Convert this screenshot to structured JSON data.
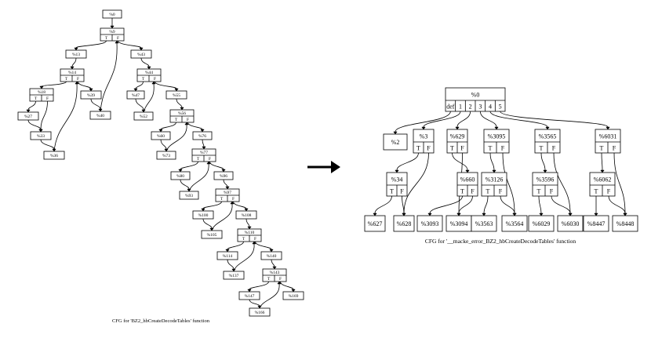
{
  "left_graph": {
    "caption": "CFG for 'BZ2_hbCreateDecodeTables' function",
    "nodes": [
      {
        "id": "n0",
        "label": "%0"
      },
      {
        "id": "n9",
        "label": "%9",
        "branches": [
          "T",
          "F"
        ]
      },
      {
        "id": "n13",
        "label": "%13"
      },
      {
        "id": "n43",
        "label": "%43"
      },
      {
        "id": "n14",
        "label": "%14",
        "branches": [
          "T",
          "F"
        ]
      },
      {
        "id": "n44",
        "label": "%44",
        "branches": [
          "T",
          "F"
        ]
      },
      {
        "id": "n18",
        "label": "%18",
        "branches": [
          "T",
          "F"
        ]
      },
      {
        "id": "n39",
        "label": "%39"
      },
      {
        "id": "n47",
        "label": "%47"
      },
      {
        "id": "n55",
        "label": "%55"
      },
      {
        "id": "n27",
        "label": "%27"
      },
      {
        "id": "n52",
        "label": "%52"
      },
      {
        "id": "n40",
        "label": "%40"
      },
      {
        "id": "n56",
        "label": "%56",
        "branches": [
          "T",
          "F"
        ]
      },
      {
        "id": "n33",
        "label": "%33"
      },
      {
        "id": "n60",
        "label": "%60"
      },
      {
        "id": "n76",
        "label": "%76"
      },
      {
        "id": "n36",
        "label": "%36"
      },
      {
        "id": "n73",
        "label": "%73"
      },
      {
        "id": "n77",
        "label": "%77",
        "branches": [
          "T",
          "F"
        ]
      },
      {
        "id": "n80",
        "label": "%80"
      },
      {
        "id": "n96",
        "label": "%96"
      },
      {
        "id": "n93",
        "label": "%93"
      },
      {
        "id": "n97",
        "label": "%97",
        "branches": [
          "T",
          "F"
        ]
      },
      {
        "id": "n100",
        "label": "%100"
      },
      {
        "id": "n108",
        "label": "%108"
      },
      {
        "id": "n105",
        "label": "%105"
      },
      {
        "id": "n110",
        "label": "%110",
        "branches": [
          "T",
          "F"
        ]
      },
      {
        "id": "n114",
        "label": "%114"
      },
      {
        "id": "n140",
        "label": "%140"
      },
      {
        "id": "n137",
        "label": "%137"
      },
      {
        "id": "n143",
        "label": "%143",
        "branches": [
          "T",
          "F"
        ]
      },
      {
        "id": "n147",
        "label": "%147"
      },
      {
        "id": "n169",
        "label": "%169"
      },
      {
        "id": "n166",
        "label": "%166"
      }
    ],
    "edges": [
      [
        "n0",
        "n9"
      ],
      [
        "n9",
        "n13"
      ],
      [
        "n9",
        "n43"
      ],
      [
        "n13",
        "n14"
      ],
      [
        "n14",
        "n18"
      ],
      [
        "n14",
        "n39"
      ],
      [
        "n18",
        "n27"
      ],
      [
        "n18",
        "n33"
      ],
      [
        "n27",
        "n33"
      ],
      [
        "n33",
        "n36"
      ],
      [
        "n36",
        "n14"
      ],
      [
        "n39",
        "n40"
      ],
      [
        "n40",
        "n9"
      ],
      [
        "n43",
        "n44"
      ],
      [
        "n44",
        "n47"
      ],
      [
        "n44",
        "n55"
      ],
      [
        "n47",
        "n52"
      ],
      [
        "n52",
        "n44"
      ],
      [
        "n55",
        "n56"
      ],
      [
        "n56",
        "n60"
      ],
      [
        "n56",
        "n76"
      ],
      [
        "n60",
        "n73"
      ],
      [
        "n73",
        "n56"
      ],
      [
        "n76",
        "n77"
      ],
      [
        "n77",
        "n80"
      ],
      [
        "n77",
        "n96"
      ],
      [
        "n80",
        "n93"
      ],
      [
        "n93",
        "n77"
      ],
      [
        "n96",
        "n97"
      ],
      [
        "n97",
        "n100"
      ],
      [
        "n97",
        "n108"
      ],
      [
        "n100",
        "n105"
      ],
      [
        "n105",
        "n97"
      ],
      [
        "n108",
        "n110"
      ],
      [
        "n110",
        "n114"
      ],
      [
        "n110",
        "n140"
      ],
      [
        "n114",
        "n137"
      ],
      [
        "n137",
        "n110"
      ],
      [
        "n140",
        "n143"
      ],
      [
        "n143",
        "n147"
      ],
      [
        "n143",
        "n169"
      ],
      [
        "n147",
        "n166"
      ],
      [
        "n166",
        "n143"
      ]
    ]
  },
  "right_graph": {
    "caption": "CFG for '__macke_error_BZ2_hbCreateDecodeTables' function",
    "nodes": [
      {
        "id": "r0",
        "label": "%0",
        "branches": [
          "def",
          "1",
          "2",
          "3",
          "4",
          "5"
        ]
      },
      {
        "id": "r2",
        "label": "%2"
      },
      {
        "id": "r3",
        "label": "%3",
        "branches": [
          "T",
          "F"
        ]
      },
      {
        "id": "r629",
        "label": "%629",
        "branches": [
          "T",
          "F"
        ]
      },
      {
        "id": "r3095",
        "label": "%3095",
        "branches": [
          "T",
          "F"
        ]
      },
      {
        "id": "r3565",
        "label": "%3565",
        "branches": [
          "T",
          "F"
        ]
      },
      {
        "id": "r6031",
        "label": "%6031",
        "branches": [
          "T",
          "F"
        ]
      },
      {
        "id": "r34",
        "label": "%34",
        "branches": [
          "T",
          "F"
        ]
      },
      {
        "id": "r660",
        "label": "%660",
        "branches": [
          "T",
          "F"
        ]
      },
      {
        "id": "r3126",
        "label": "%3126",
        "branches": [
          "T",
          "F"
        ]
      },
      {
        "id": "r3596",
        "label": "%3596",
        "branches": [
          "T",
          "F"
        ]
      },
      {
        "id": "r6062",
        "label": "%6062",
        "branches": [
          "T",
          "F"
        ]
      },
      {
        "id": "r627",
        "label": "%627"
      },
      {
        "id": "r628",
        "label": "%628"
      },
      {
        "id": "r3093",
        "label": "%3093"
      },
      {
        "id": "r3094",
        "label": "%3094"
      },
      {
        "id": "r3563",
        "label": "%3563"
      },
      {
        "id": "r3564",
        "label": "%3564"
      },
      {
        "id": "r6029",
        "label": "%6029"
      },
      {
        "id": "r6030",
        "label": "%6030"
      },
      {
        "id": "r8447",
        "label": "%8447"
      },
      {
        "id": "r8448",
        "label": "%8448"
      }
    ],
    "edges": [
      [
        "r0",
        "r2"
      ],
      [
        "r0",
        "r3"
      ],
      [
        "r0",
        "r629"
      ],
      [
        "r0",
        "r3095"
      ],
      [
        "r0",
        "r3565"
      ],
      [
        "r0",
        "r6031"
      ],
      [
        "r3",
        "r34"
      ],
      [
        "r3",
        "r628"
      ],
      [
        "r34",
        "r627"
      ],
      [
        "r34",
        "r628"
      ],
      [
        "r629",
        "r660"
      ],
      [
        "r629",
        "r3094"
      ],
      [
        "r660",
        "r3093"
      ],
      [
        "r660",
        "r3094"
      ],
      [
        "r3095",
        "r3126"
      ],
      [
        "r3095",
        "r3564"
      ],
      [
        "r3126",
        "r3563"
      ],
      [
        "r3126",
        "r3564"
      ],
      [
        "r3565",
        "r3596"
      ],
      [
        "r3565",
        "r6030"
      ],
      [
        "r3596",
        "r6029"
      ],
      [
        "r3596",
        "r6030"
      ],
      [
        "r6031",
        "r6062"
      ],
      [
        "r6031",
        "r8448"
      ],
      [
        "r6062",
        "r8447"
      ],
      [
        "r6062",
        "r8448"
      ]
    ]
  },
  "transition_arrow_icon": "right-arrow-icon"
}
